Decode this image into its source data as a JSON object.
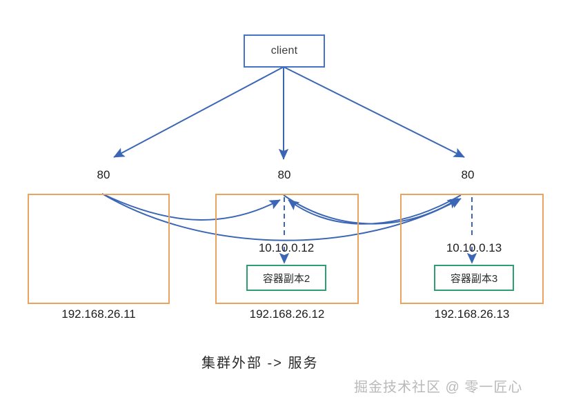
{
  "diagram": {
    "client": {
      "label": "client"
    },
    "ports": [
      {
        "label": "80"
      },
      {
        "label": "80"
      },
      {
        "label": "80"
      }
    ],
    "hosts": [
      {
        "ip": "192.168.26.11",
        "pod_ip": "",
        "pod_label": ""
      },
      {
        "ip": "192.168.26.12",
        "pod_ip": "10.10.0.12",
        "pod_label": "容器副本2"
      },
      {
        "ip": "192.168.26.13",
        "pod_ip": "10.10.0.13",
        "pod_label": "容器副本3"
      }
    ],
    "caption": "集群外部  ->  服务",
    "watermark": "掘金技术社区 @ 零一匠心",
    "colors": {
      "client_border": "#4472C4",
      "host_border": "#E8A45C",
      "pod_border": "#2E9E72",
      "arrow": "#4472C4",
      "text": "#1c1c1c",
      "watermark": "#b9b9b9"
    }
  }
}
